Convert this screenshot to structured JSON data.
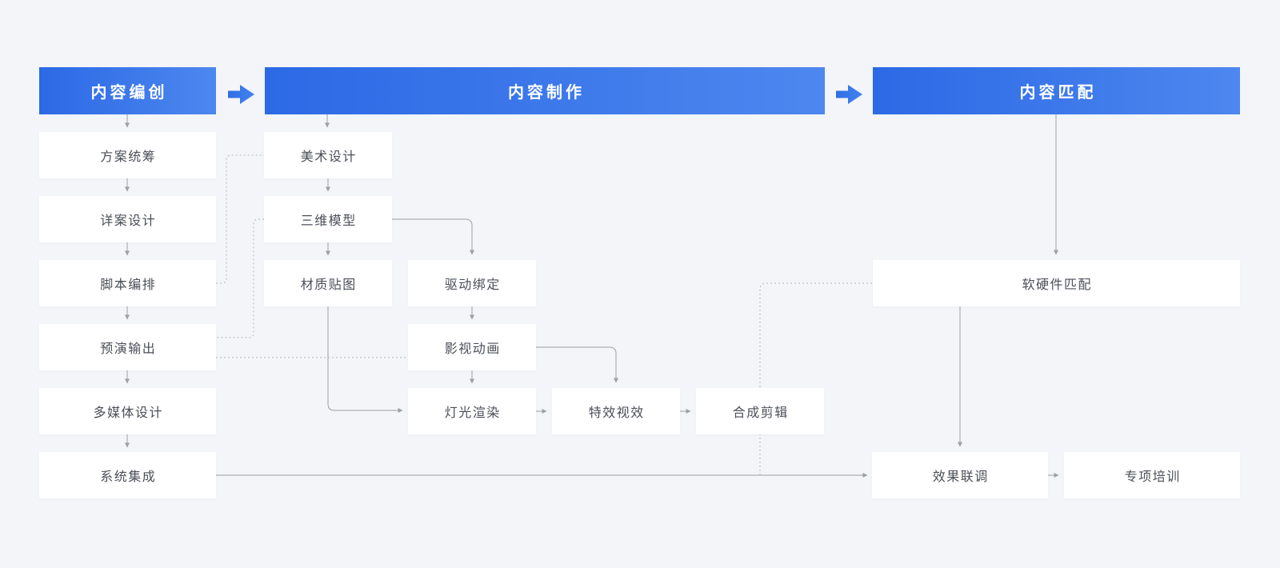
{
  "diagram_title": "content-production-workflow",
  "colors": {
    "background": "#f3f5f8",
    "header_gradient_start": "#2c69e5",
    "header_gradient_end": "#4d87ef",
    "header_text": "#ffffff",
    "node_background": "#ffffff",
    "node_text": "#4a4f58",
    "solid_line": "#9aa0a6",
    "dotted_line": "#b3b8bf",
    "flow_arrow_blue": "#3578e8"
  },
  "icons": {
    "flow_arrow": "thick-right-arrow"
  },
  "headers": {
    "creation": {
      "label": "内容编创"
    },
    "production": {
      "label": "内容制作"
    },
    "matching": {
      "label": "内容匹配"
    }
  },
  "nodes": {
    "plan": {
      "label": "方案统筹"
    },
    "detail": {
      "label": "详案设计"
    },
    "script": {
      "label": "脚本编排"
    },
    "preview": {
      "label": "预演输出"
    },
    "multimedia": {
      "label": "多媒体设计"
    },
    "integration": {
      "label": "系统集成"
    },
    "art": {
      "label": "美术设计"
    },
    "model3d": {
      "label": "三维模型"
    },
    "texture": {
      "label": "材质贴图"
    },
    "rigging": {
      "label": "驱动绑定"
    },
    "animation": {
      "label": "影视动画"
    },
    "lighting": {
      "label": "灯光渲染"
    },
    "vfx": {
      "label": "特效视效"
    },
    "editing": {
      "label": "合成剪辑"
    },
    "hardware": {
      "label": "软硬件匹配"
    },
    "debug": {
      "label": "效果联调"
    },
    "training": {
      "label": "专项培训"
    }
  },
  "edges": {
    "solid": [
      {
        "from": "header.creation",
        "to": "plan"
      },
      {
        "from": "plan",
        "to": "detail"
      },
      {
        "from": "detail",
        "to": "script"
      },
      {
        "from": "script",
        "to": "preview"
      },
      {
        "from": "preview",
        "to": "multimedia"
      },
      {
        "from": "multimedia",
        "to": "integration"
      },
      {
        "from": "header.production",
        "to": "art"
      },
      {
        "from": "art",
        "to": "model3d"
      },
      {
        "from": "model3d",
        "to": "texture"
      },
      {
        "from": "model3d",
        "to": "rigging"
      },
      {
        "from": "rigging",
        "to": "animation"
      },
      {
        "from": "animation",
        "to": "lighting"
      },
      {
        "from": "animation",
        "to": "vfx"
      },
      {
        "from": "texture",
        "to": "lighting"
      },
      {
        "from": "lighting",
        "to": "vfx"
      },
      {
        "from": "vfx",
        "to": "editing"
      },
      {
        "from": "header.matching",
        "to": "hardware"
      },
      {
        "from": "hardware",
        "to": "debug"
      },
      {
        "from": "integration",
        "to": "debug"
      },
      {
        "from": "debug",
        "to": "training"
      }
    ],
    "dotted": [
      {
        "from": "script",
        "to": "art"
      },
      {
        "from": "model3d",
        "to": "preview"
      },
      {
        "from": "preview",
        "to": "animation"
      },
      {
        "from": "editing",
        "to": "hardware"
      }
    ]
  }
}
